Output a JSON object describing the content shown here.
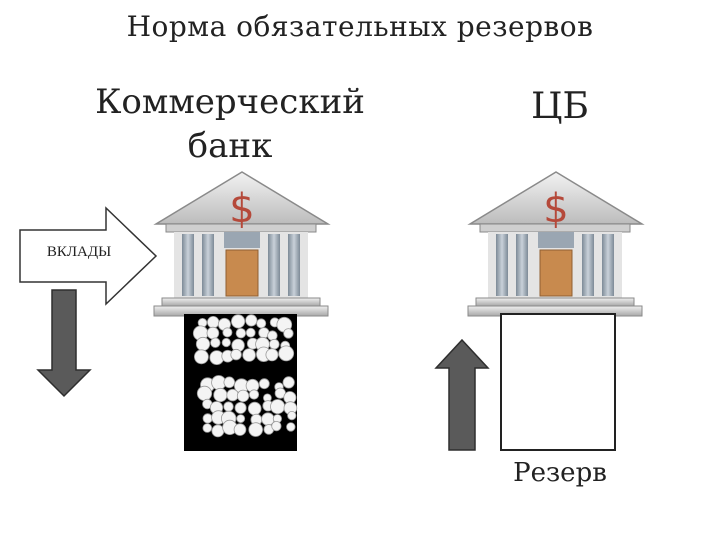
{
  "title": "Норма обязательных резервов",
  "commercial_bank": {
    "label_line1": "Коммерческий",
    "label_line2": "банк"
  },
  "central_bank": {
    "label": "ЦБ"
  },
  "deposits": {
    "label": "ВКЛАДЫ"
  },
  "reserve": {
    "label": "Резерв"
  },
  "icons": {
    "currency_symbol": "$"
  },
  "colors": {
    "building_body": "#dcdcdc",
    "column": "#9aa6b2",
    "door": "#c88a4e",
    "dollar": "#b5493a",
    "vault_fill": "#000000",
    "arrow_fill": "#5a5a5a"
  }
}
